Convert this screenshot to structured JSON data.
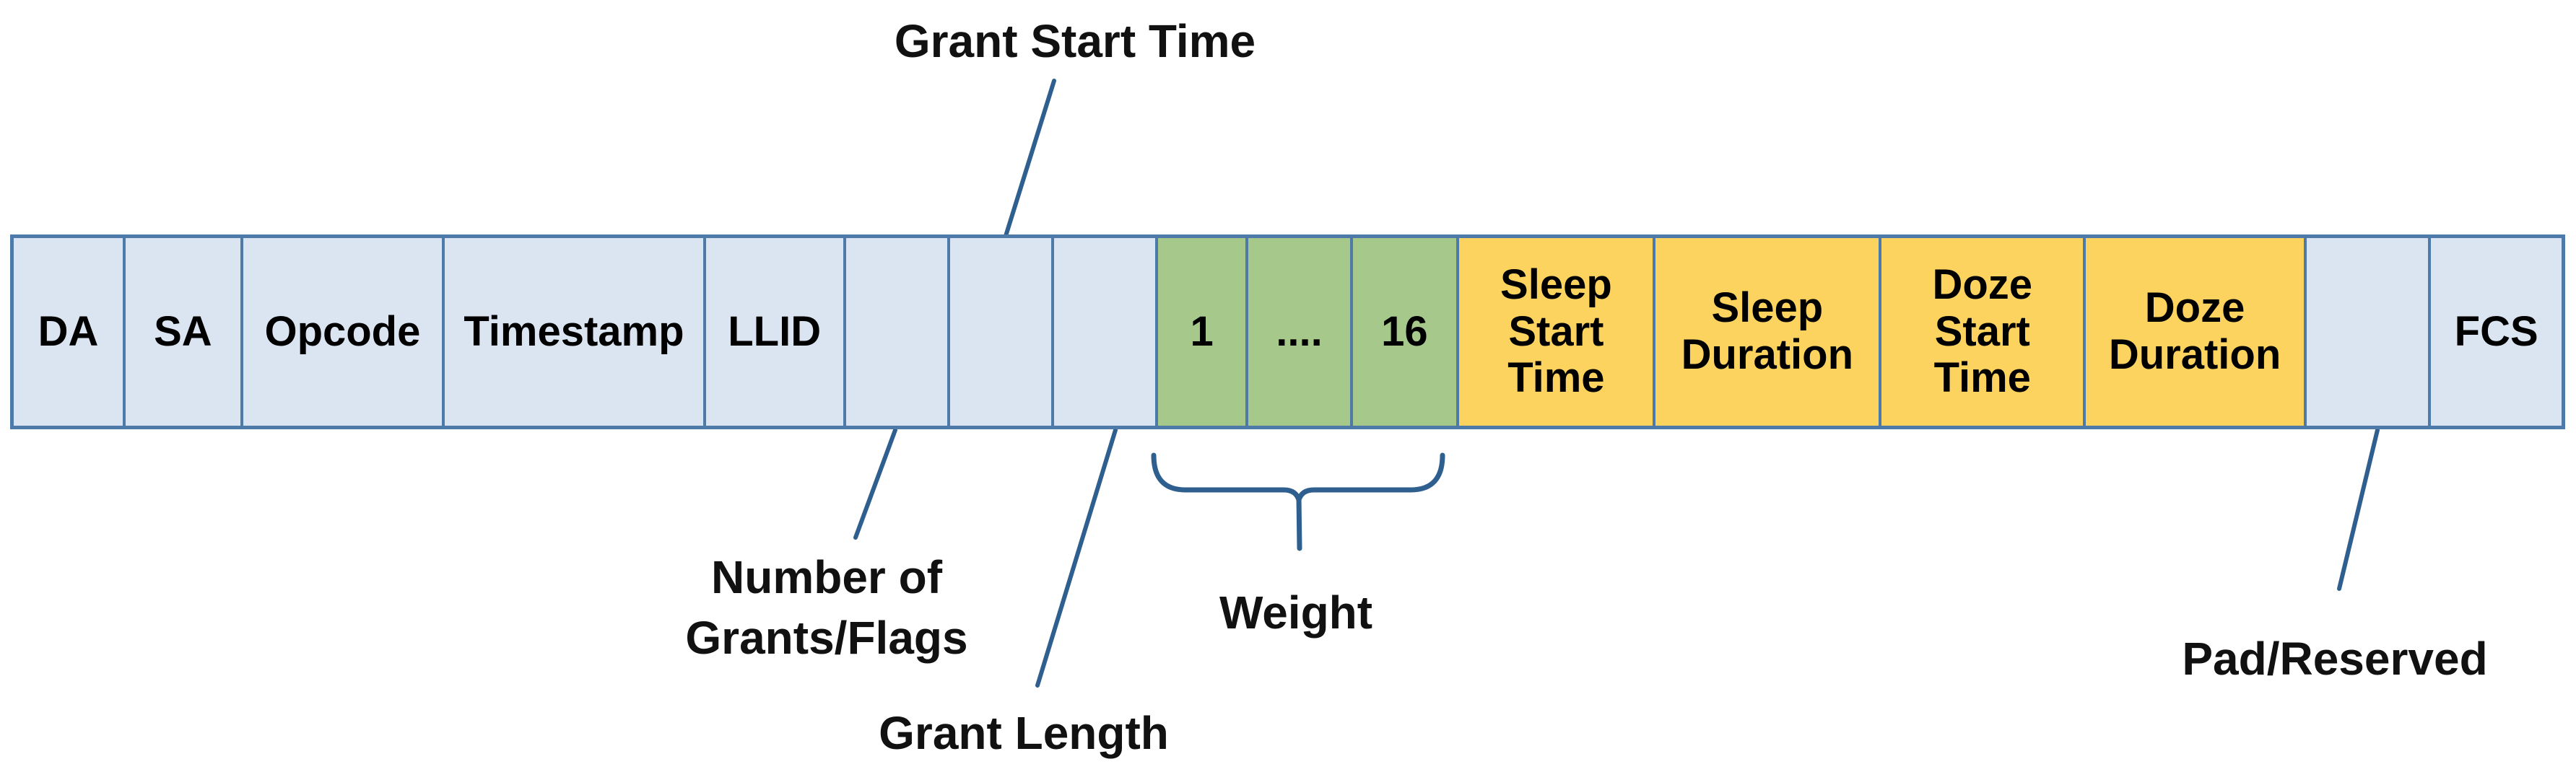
{
  "colors": {
    "field_blue": "#dbe5f1",
    "field_green": "#a6c98b",
    "field_yellow": "#fbd35e",
    "cell_border_blue": "#4d7aa9",
    "connector_blue": "#2e5f8e",
    "label_text": "#111111",
    "cell_text": "#000000"
  },
  "frame_fields": [
    {
      "label": "DA",
      "color": "blue"
    },
    {
      "label": "SA",
      "color": "blue"
    },
    {
      "label": "Opcode",
      "color": "blue"
    },
    {
      "label": "Timestamp",
      "color": "blue"
    },
    {
      "label": "LLID",
      "color": "blue"
    },
    {
      "label": "",
      "color": "blue"
    },
    {
      "label": "",
      "color": "blue"
    },
    {
      "label": "",
      "color": "blue"
    },
    {
      "label": "1",
      "color": "green"
    },
    {
      "label": "....",
      "color": "green"
    },
    {
      "label": "16",
      "color": "green"
    },
    {
      "label": "Sleep Start Time",
      "color": "yellow"
    },
    {
      "label": "Sleep Duration",
      "color": "yellow"
    },
    {
      "label": "Doze Start Time",
      "color": "yellow"
    },
    {
      "label": "Doze Duration",
      "color": "yellow"
    },
    {
      "label": "",
      "color": "blue"
    },
    {
      "label": "FCS",
      "color": "blue"
    }
  ],
  "annotations": {
    "grant_start_time": "Grant Start Time",
    "number_of_grants_line1": "Number of",
    "number_of_grants_line2": "Grants/Flags",
    "grant_length": "Grant Length",
    "weight": "Weight",
    "pad_reserved": "Pad/Reserved"
  }
}
